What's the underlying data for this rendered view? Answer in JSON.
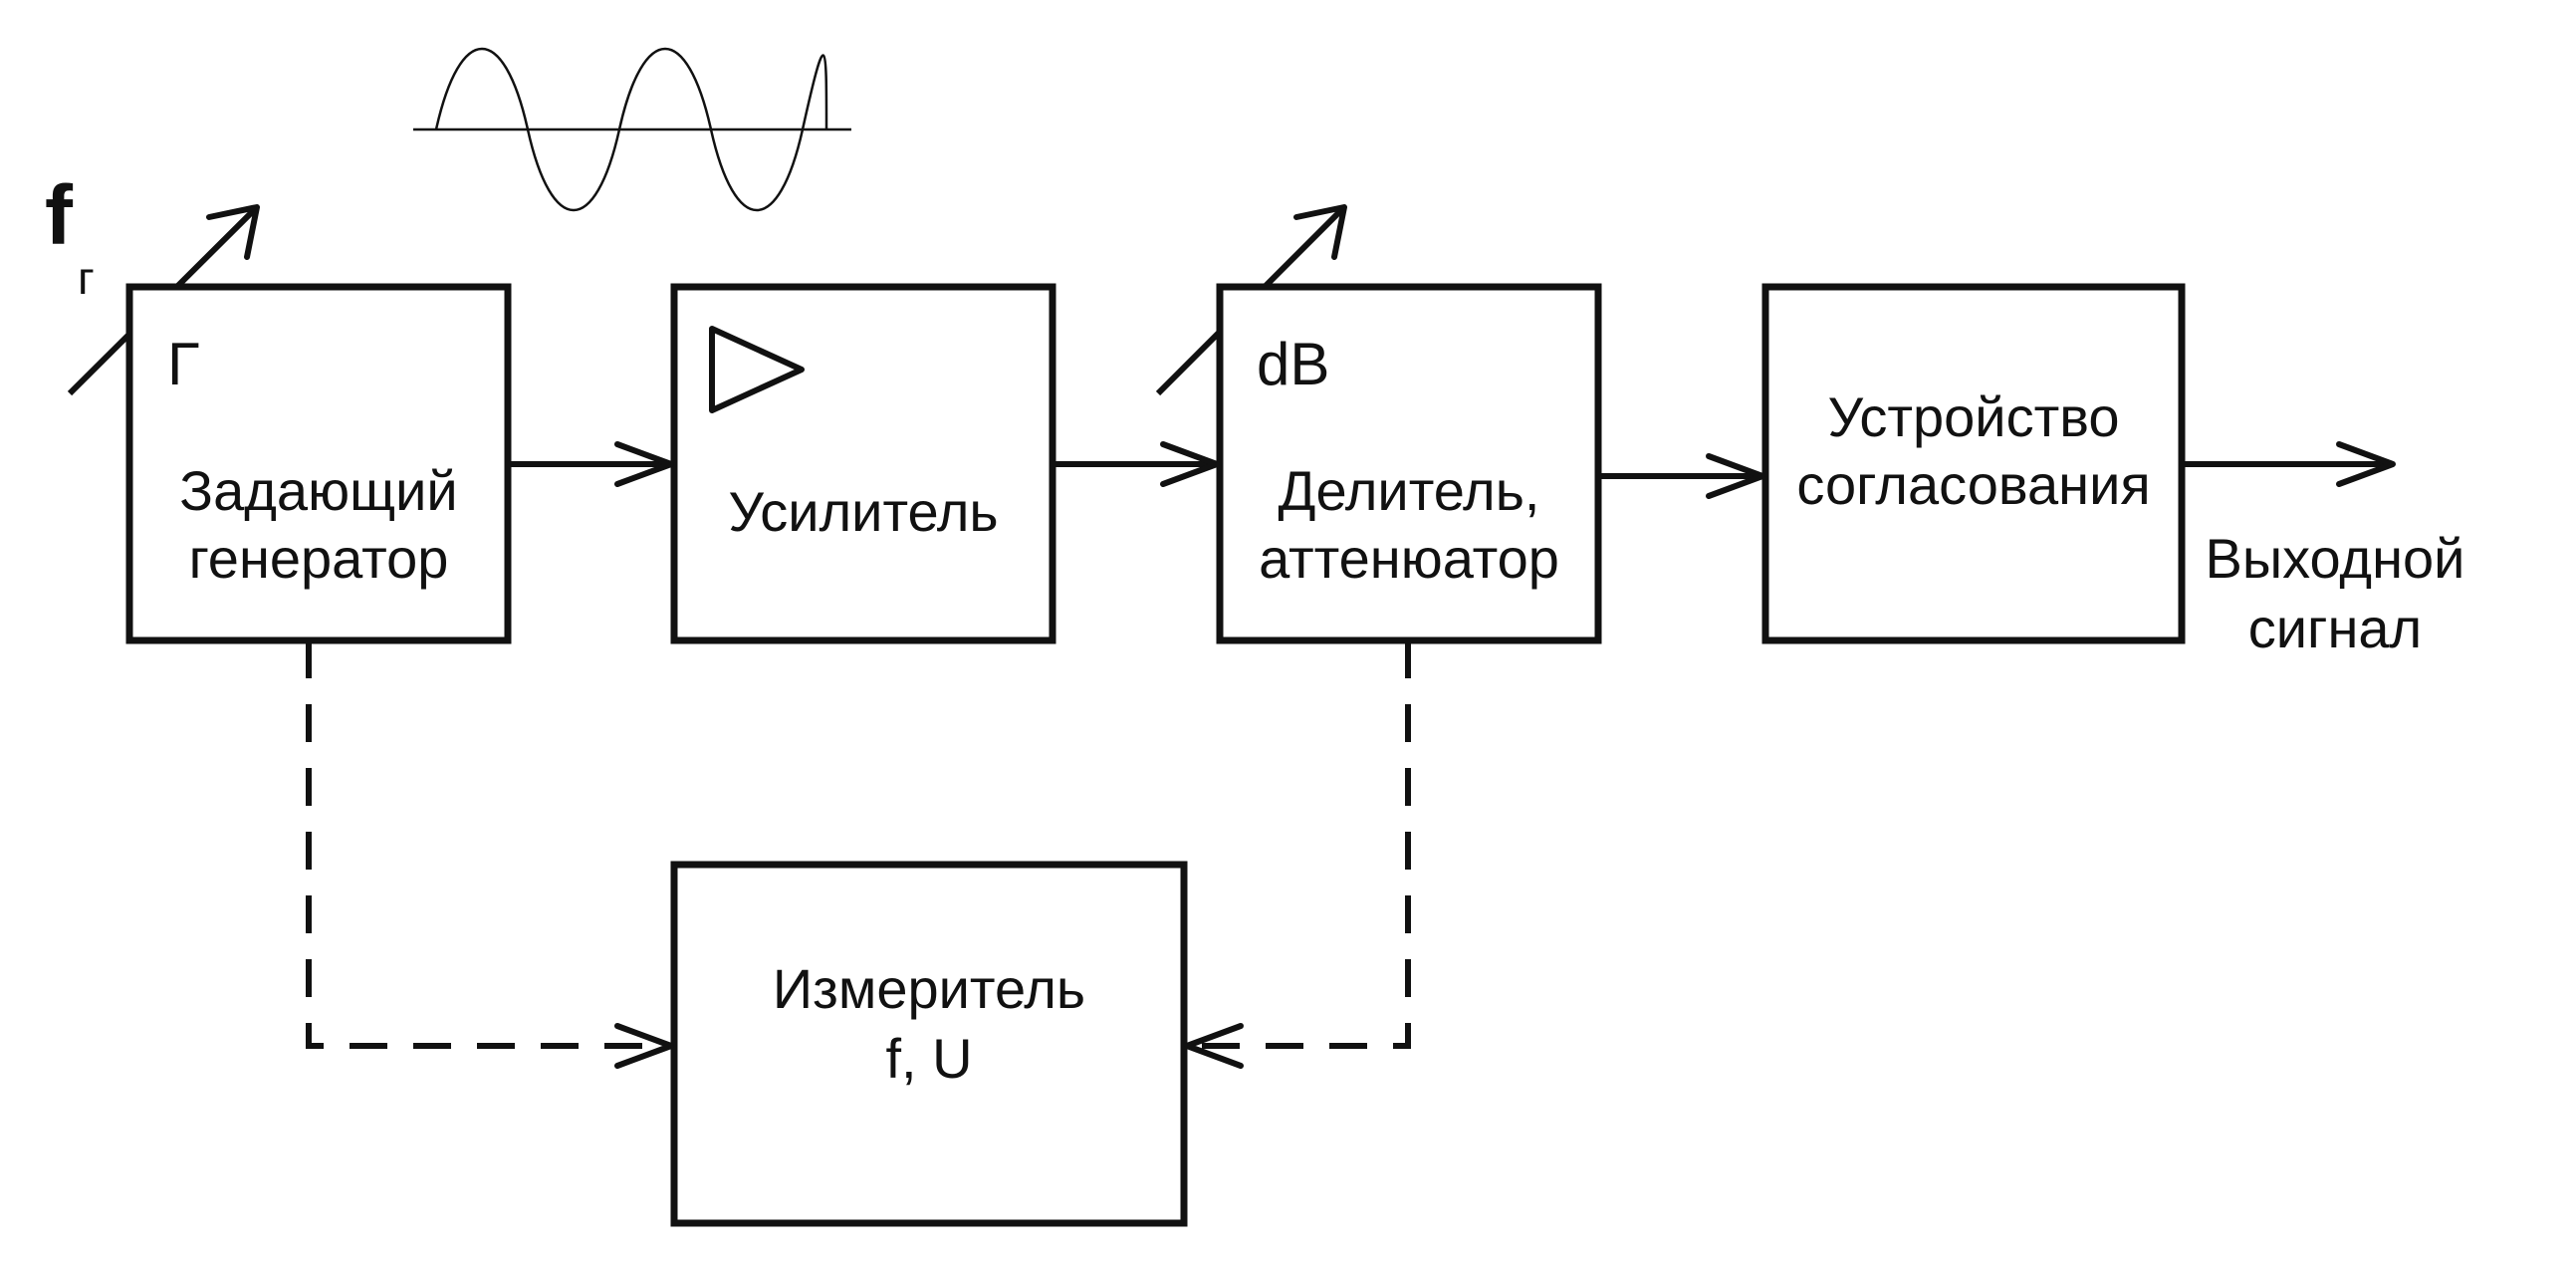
{
  "blocks": {
    "generator": {
      "symbol": "Г",
      "line1": "Задающий",
      "line2": "генератор"
    },
    "amplifier": {
      "line1": "Усилитель"
    },
    "attenuator": {
      "symbol": "dB",
      "line1": "Делитель,",
      "line2": "аттенюатор"
    },
    "matcher": {
      "line1": "Устройство",
      "line2": "согласования"
    },
    "meter": {
      "line1": "Измеритель",
      "line2": "f, U"
    }
  },
  "freq_label": {
    "main": "f",
    "sub": "г"
  },
  "output": {
    "line1": "Выходной",
    "line2": "сигнал"
  }
}
